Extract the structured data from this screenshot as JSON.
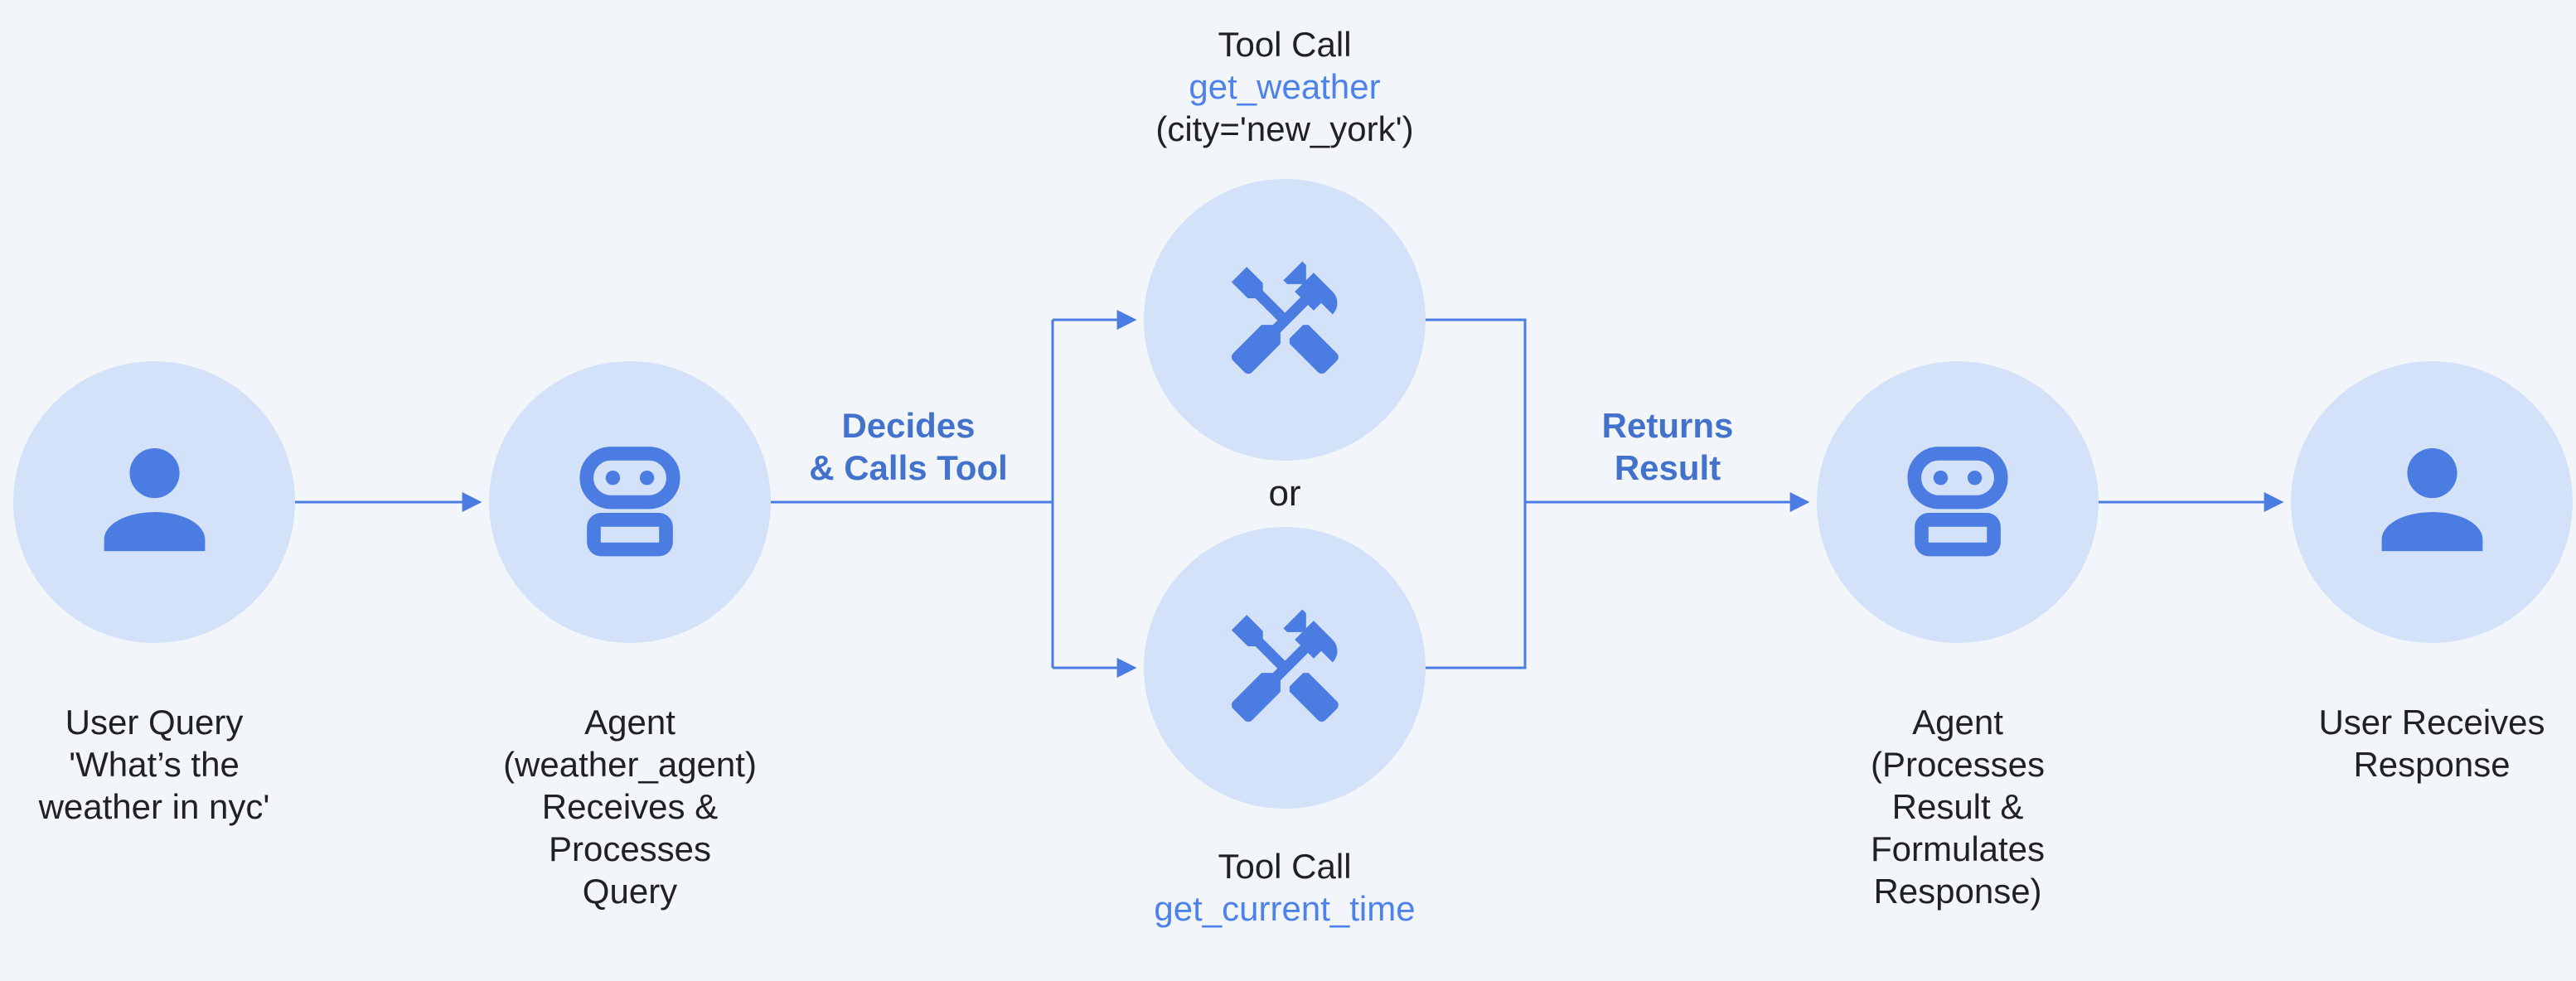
{
  "colors": {
    "background": "#f2f6fb",
    "circle_fill": "#d3e1f9",
    "icon_blue": "#4b7ce2",
    "line_blue": "#4b7ce2",
    "edge_label_blue": "#4372cd",
    "tool_name_blue": "#4d82ec",
    "text_dark": "#202124"
  },
  "nodes": {
    "user_query": {
      "lines": [
        "User Query",
        "'What’s the",
        "weather in nyc'"
      ]
    },
    "agent_in": {
      "lines": [
        "Agent",
        "(weather_agent)",
        "Receives &",
        "Processes",
        "Query"
      ]
    },
    "tool_get_weather": {
      "title": "Tool Call",
      "name": "get_weather",
      "args": "(city='new_york')"
    },
    "tool_get_current_time": {
      "title": "Tool Call",
      "name": "get_current_time"
    },
    "agent_out": {
      "lines": [
        "Agent",
        "(Processes",
        "Result &",
        "Formulates",
        "Response)"
      ]
    },
    "user_response": {
      "lines": [
        "User Receives",
        "Response"
      ]
    }
  },
  "edges": {
    "decides": {
      "lines": [
        "Decides",
        "& Calls Tool"
      ]
    },
    "returns": {
      "lines": [
        "Returns",
        "Result"
      ]
    },
    "or": "or"
  }
}
